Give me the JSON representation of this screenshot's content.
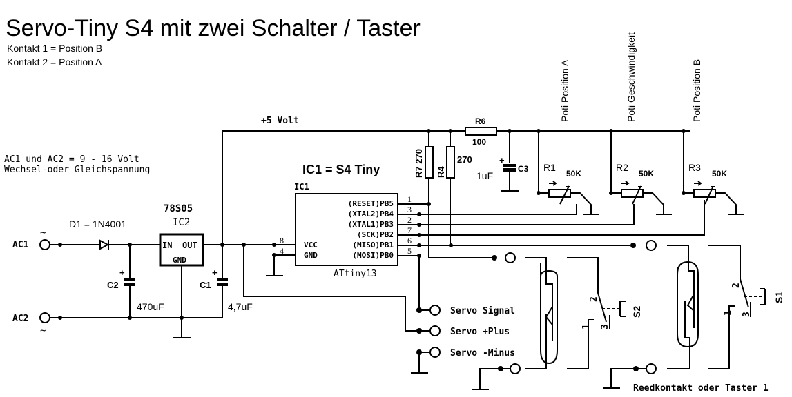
{
  "title": "Servo-Tiny S4 mit zwei Schalter / Taster",
  "notes": {
    "kontakt1": "Kontakt 1  = Position B",
    "kontakt2": "Kontakt 2 = Position A",
    "supply_line1": "AC1 und AC2 = 9 - 16 Volt",
    "supply_line2": "Wechsel-oder Gleichspannung"
  },
  "rail_label": "+5 Volt",
  "inputs": {
    "ac1": "AC1",
    "ac2": "AC2",
    "tilde": "~"
  },
  "diode": {
    "label": "D1 = 1N4001"
  },
  "regulator": {
    "type": "78S05",
    "ref": "IC2",
    "pin_in": "IN",
    "pin_out": "OUT",
    "pin_gnd": "GND"
  },
  "capacitors": {
    "c1": {
      "ref": "C1",
      "value": "4,7uF",
      "polarity": "+"
    },
    "c2": {
      "ref": "C2",
      "value": "470uF",
      "polarity": "+"
    },
    "c3": {
      "ref": "C3",
      "value": "1uF",
      "polarity": "+"
    }
  },
  "mcu": {
    "heading": "IC1 = S4 Tiny",
    "ref": "IC1",
    "part": "ATtiny13",
    "left_pins": [
      {
        "num": "8",
        "name": "VCC"
      },
      {
        "num": "4",
        "name": "GND"
      }
    ],
    "right_pins": [
      {
        "num": "1",
        "name": "(RESET)PB5"
      },
      {
        "num": "3",
        "name": "(XTAL2)PB4"
      },
      {
        "num": "2",
        "name": "(XTAL1)PB3"
      },
      {
        "num": "7",
        "name": "(SCK)PB2"
      },
      {
        "num": "6",
        "name": "(MISO)PB1"
      },
      {
        "num": "5",
        "name": "(MOSI)PB0"
      }
    ]
  },
  "resistors": {
    "r7": {
      "label": "R7 270"
    },
    "r4": {
      "ref": "R4",
      "value": "270"
    },
    "r6": {
      "ref": "R6",
      "value": "100"
    }
  },
  "pots": [
    {
      "ref": "R1",
      "value": "50K",
      "caption": "Poti Position A"
    },
    {
      "ref": "R2",
      "value": "50K",
      "caption": "Poti Geschwindigkeit"
    },
    {
      "ref": "R3",
      "value": "50K",
      "caption": "Poti Position B"
    }
  ],
  "servo": {
    "signal": "Servo Signal",
    "plus": "Servo +Plus",
    "minus": "Servo -Minus"
  },
  "switches": {
    "s1": {
      "ref": "S1",
      "pin1": "1",
      "pin2": "2",
      "pin3": "3"
    },
    "s2": {
      "ref": "S2",
      "pin1": "1",
      "pin2": "2",
      "pin3": "3"
    }
  },
  "reed_label": "Reedkontakt oder Taster 1"
}
